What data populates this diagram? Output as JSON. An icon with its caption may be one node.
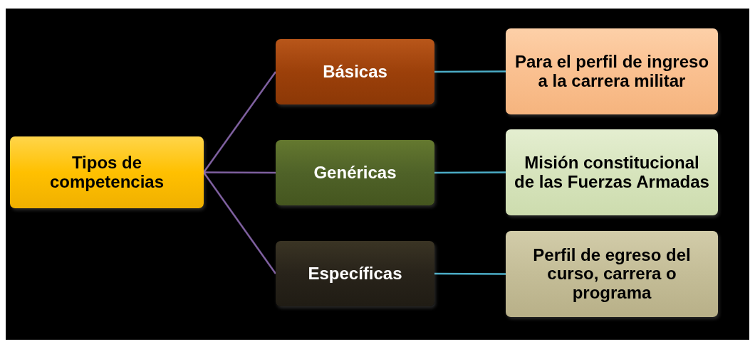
{
  "diagram": {
    "nodes": [
      {
        "text": [
          "Tipos de competencias"
        ]
      },
      {
        "text": [
          "Básicas"
        ]
      },
      {
        "text": [
          "Genéricas"
        ]
      },
      {
        "text": [
          "Específicas"
        ]
      },
      {
        "text": [
          "Para el perfil de ingreso a la carrera militar"
        ]
      },
      {
        "text": [
          "Misión constitucional de las Fuerzas Armadas"
        ]
      },
      {
        "text": [
          "Perfil de egreso del curso, carrera o programa"
        ]
      }
    ],
    "edges": [
      {
        "from": 0,
        "to": 1,
        "arrow": "none"
      },
      {
        "from": 0,
        "to": 2,
        "arrow": "none"
      },
      {
        "from": 0,
        "to": 3,
        "arrow": "none"
      },
      {
        "from": 1,
        "to": 4,
        "arrow": "none",
        "color": "#4bacc6"
      },
      {
        "from": 2,
        "to": 5,
        "arrow": "none",
        "color": "#4bacc6"
      },
      {
        "from": 3,
        "to": 6,
        "arrow": "none",
        "color": "#4bacc6"
      }
    ]
  }
}
